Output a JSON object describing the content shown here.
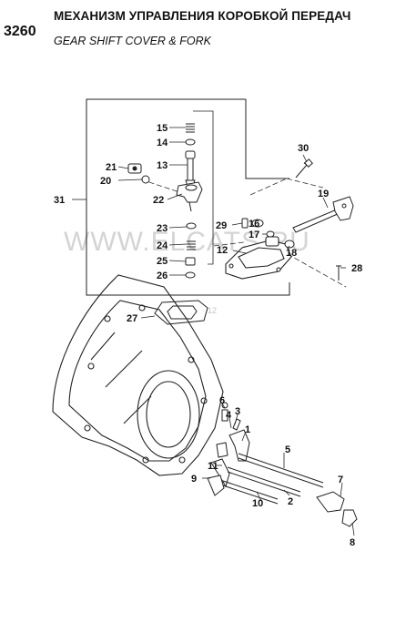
{
  "header": {
    "code": "3260",
    "title_ru": "МЕХАНИЗМ УПРАВЛЕНИЯ КОРОБКОЙ ПЕРЕДАЧ",
    "title_en": "GEAR SHIFT COVER & FORK"
  },
  "watermark": {
    "text": "WWW.ELCATS.RU",
    "date": "27.05.2012"
  },
  "callouts": {
    "p1": "1",
    "p2": "2",
    "p3": "3",
    "p4": "4",
    "p5": "5",
    "p6": "6",
    "p7": "7",
    "p8": "8",
    "p9": "9",
    "p10": "10",
    "p11": "11",
    "p12": "12",
    "p13": "13",
    "p14": "14",
    "p15": "15",
    "p16": "16",
    "p17": "17",
    "p18": "18",
    "p19": "19",
    "p20": "20",
    "p21": "21",
    "p22": "22",
    "p23": "23",
    "p24": "24",
    "p25": "25",
    "p26": "26",
    "p27": "27",
    "p28": "28",
    "p29": "29",
    "p30": "30",
    "p31": "31"
  }
}
